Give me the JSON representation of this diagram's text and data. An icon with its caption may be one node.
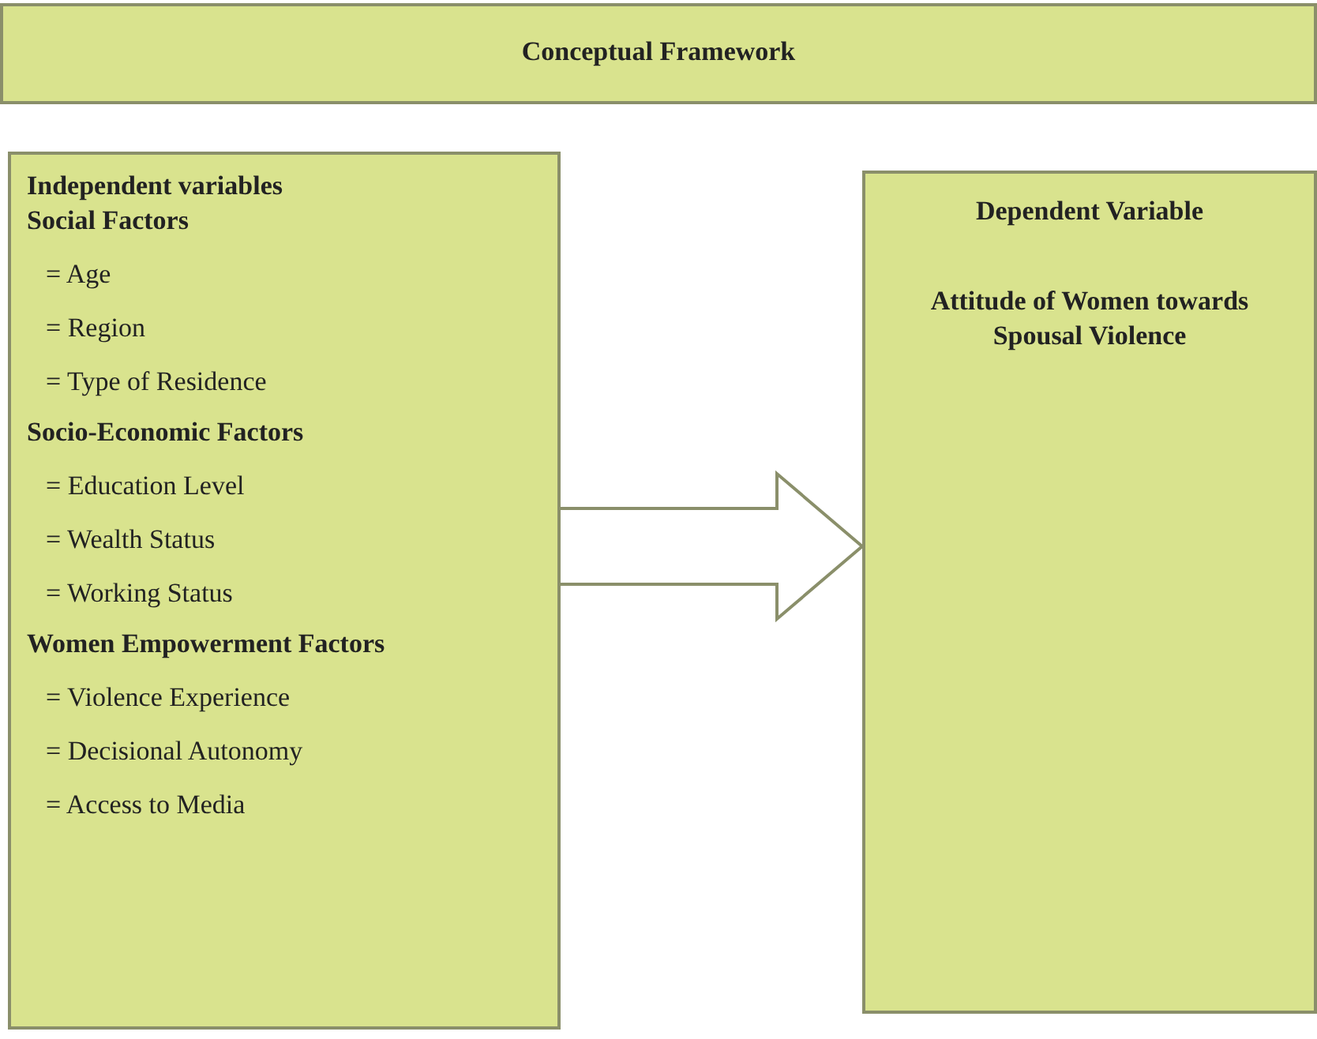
{
  "diagram": {
    "nodes": [
      {
        "text": [
          "Conceptual Framework"
        ]
      },
      {
        "text": [
          "Independent variables",
          "Social Factors",
          "= Age",
          "= Region",
          "= Type of Residence",
          "Socio-Economic Factors",
          "= Education Level",
          "= Wealth Status",
          "= Working Status",
          "Women Empowerment Factors",
          "= Violence Experience",
          "= Decisional Autonomy",
          "= Access to Media"
        ]
      },
      {
        "text": [
          "Dependent Variable",
          "Attitude of Women towards Spousal Violence"
        ]
      }
    ],
    "edges": [
      {
        "from": 1,
        "to": 2,
        "arrow": "to"
      }
    ]
  }
}
